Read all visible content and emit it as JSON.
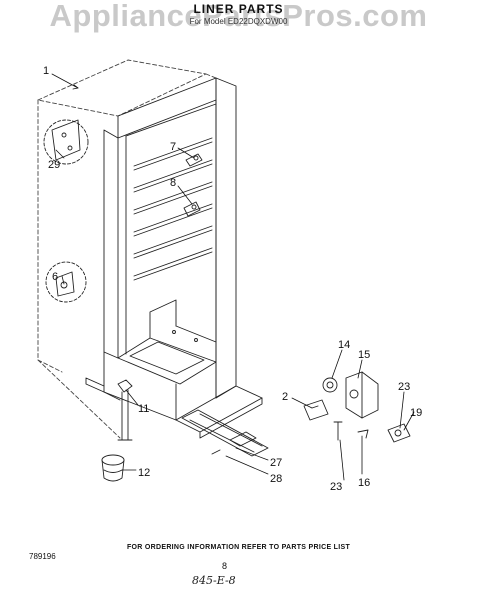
{
  "watermark": "AppliancePartsPros.com",
  "title": "LINER PARTS",
  "subtitle": "For Model ED22DQXDW00",
  "callouts": [
    {
      "id": "c1",
      "label": "1"
    },
    {
      "id": "c29",
      "label": "29"
    },
    {
      "id": "c7",
      "label": "7"
    },
    {
      "id": "c8",
      "label": "8"
    },
    {
      "id": "c6",
      "label": "6"
    },
    {
      "id": "c11",
      "label": "11"
    },
    {
      "id": "c12",
      "label": "12"
    },
    {
      "id": "c14",
      "label": "14"
    },
    {
      "id": "c15",
      "label": "15"
    },
    {
      "id": "c2",
      "label": "2"
    },
    {
      "id": "c23a",
      "label": "23"
    },
    {
      "id": "c19",
      "label": "19"
    },
    {
      "id": "c23b",
      "label": "23"
    },
    {
      "id": "c16",
      "label": "16"
    },
    {
      "id": "c27",
      "label": "27"
    },
    {
      "id": "c28",
      "label": "28"
    }
  ],
  "footer": {
    "ordering_note": "FOR ORDERING INFORMATION REFER TO PARTS PRICE LIST",
    "doc_number": "789196",
    "page_number": "8",
    "handwritten": "845-E-8"
  }
}
